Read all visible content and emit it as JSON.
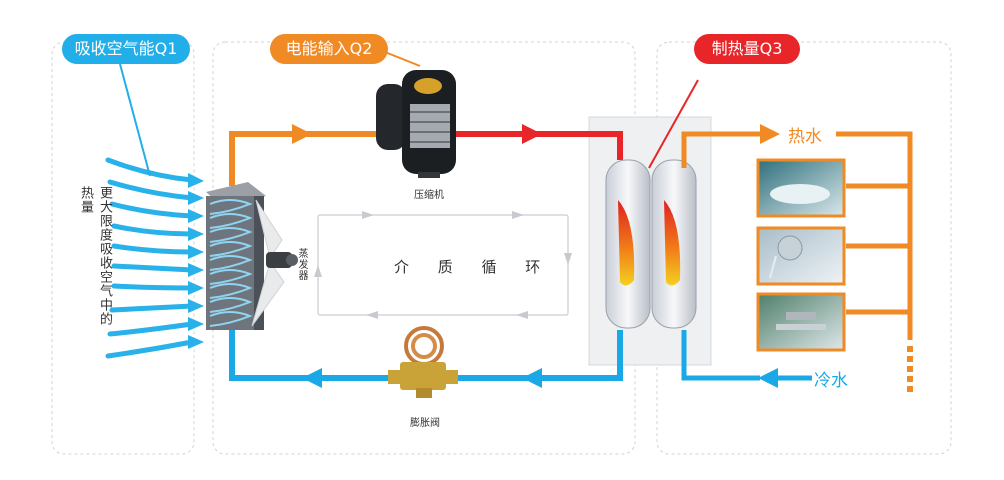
{
  "labels": {
    "q1": "吸收空气能Q1",
    "q2": "电能输入Q2",
    "q3": "制热量Q3",
    "absorb_desc": "更大限度吸收空气中的热量",
    "evaporator": "蒸发器",
    "compressor": "压缩机",
    "cycle": "介 质 循 环",
    "expansion_valve": "膨胀阀",
    "hot_water": "热水",
    "cold_water": "冷水"
  },
  "colors": {
    "q1": "#22aee8",
    "q2": "#f08a24",
    "q3": "#e8262a",
    "hot_line": "#f08a24",
    "cold_line": "#1aa9e6",
    "high_pressure": "#e8262a"
  },
  "icons": [
    "air-flow-arrows",
    "evaporator-coil",
    "fan-blade",
    "compressor",
    "expansion-valve",
    "heat-exchanger-tanks",
    "bathtub-photo",
    "shower-photo",
    "faucet-photo"
  ]
}
